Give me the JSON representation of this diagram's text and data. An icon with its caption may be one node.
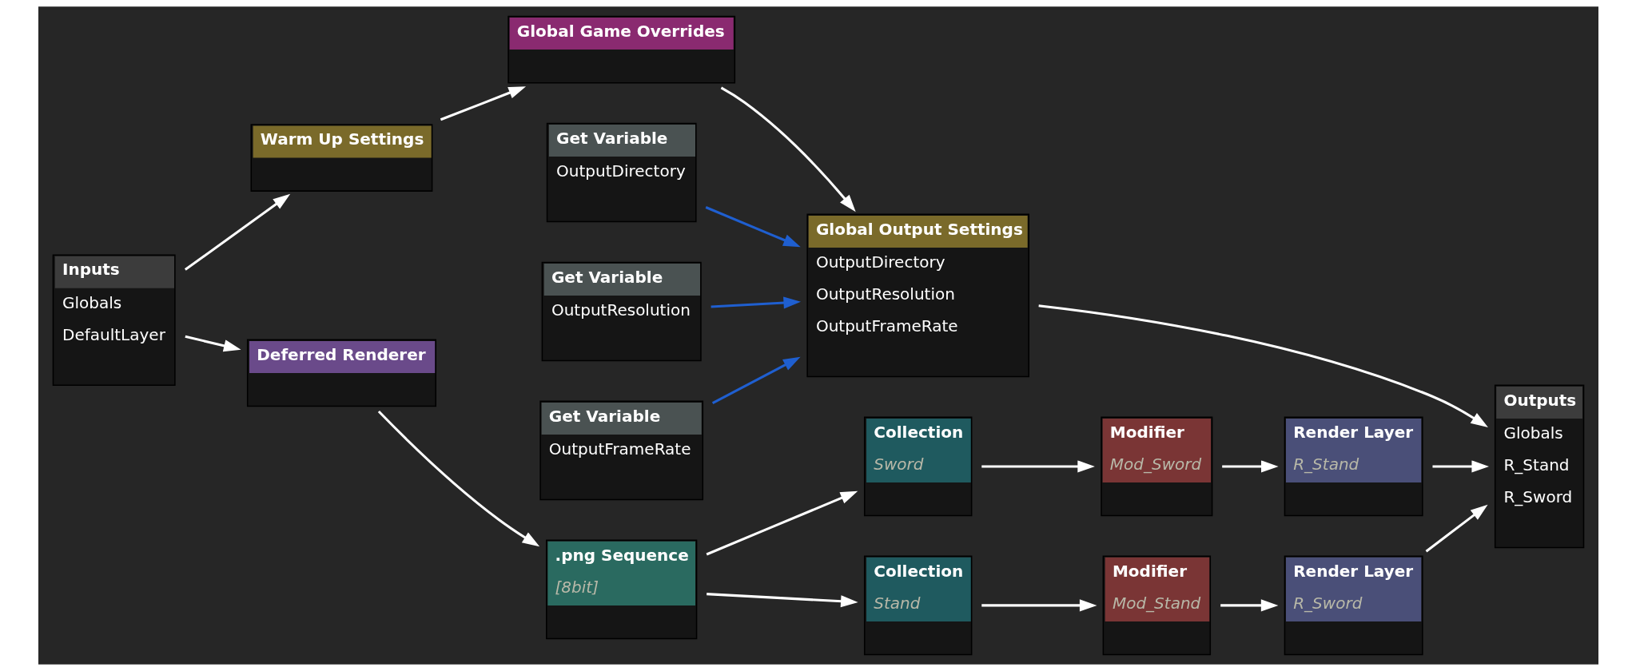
{
  "diagram": {
    "nodes": [
      {
        "text": [
          "Inputs",
          "Globals",
          "DefaultLayer"
        ]
      },
      {
        "text": [
          "Warm Up Settings"
        ]
      },
      {
        "text": [
          "Global Game Overrides"
        ]
      },
      {
        "text": [
          "Global Output Settings",
          "OutputDirectory",
          "OutputResolution",
          "OutputFrameRate"
        ]
      },
      {
        "text": [
          "Get Variable",
          "OutputDirectory"
        ]
      },
      {
        "text": [
          "Get Variable",
          "OutputResolution"
        ]
      },
      {
        "text": [
          "Get Variable",
          "OutputFrameRate"
        ]
      },
      {
        "text": [
          "Outputs",
          "Globals",
          "R_Stand",
          "R_Sword"
        ]
      },
      {
        "text": [
          "Deferred Renderer"
        ]
      },
      {
        "text": [
          ".png Sequence",
          "[8bit]"
        ]
      },
      {
        "text": [
          "Collection",
          "Sword"
        ]
      },
      {
        "text": [
          "Modifier",
          "Mod_Sword"
        ]
      },
      {
        "text": [
          "Render Layer",
          "R_Stand"
        ]
      },
      {
        "text": [
          "Collection",
          "Stand"
        ]
      },
      {
        "text": [
          "Modifier",
          "Mod_Stand"
        ]
      },
      {
        "text": [
          "Render Layer",
          "R_Sword"
        ]
      }
    ],
    "edges": [
      {
        "from": 0,
        "to": 1,
        "arrow": "to"
      },
      {
        "from": 1,
        "to": 2,
        "arrow": "to"
      },
      {
        "from": 2,
        "to": 3,
        "arrow": "to"
      },
      {
        "from": 4,
        "to": 3,
        "arrow": "to",
        "color": "#1f5fd0"
      },
      {
        "from": 5,
        "to": 3,
        "arrow": "to",
        "color": "#1f5fd0"
      },
      {
        "from": 6,
        "to": 3,
        "arrow": "to",
        "color": "#1f5fd0"
      },
      {
        "from": 3,
        "to": 7,
        "arrow": "to"
      },
      {
        "from": 0,
        "to": 8,
        "arrow": "to"
      },
      {
        "from": 8,
        "to": 9,
        "arrow": "to"
      },
      {
        "from": 9,
        "to": 10,
        "arrow": "to"
      },
      {
        "from": 9,
        "to": 13,
        "arrow": "to"
      },
      {
        "from": 10,
        "to": 11,
        "arrow": "to"
      },
      {
        "from": 11,
        "to": 12,
        "arrow": "to"
      },
      {
        "from": 12,
        "to": 7,
        "arrow": "to"
      },
      {
        "from": 13,
        "to": 14,
        "arrow": "to"
      },
      {
        "from": 14,
        "to": 15,
        "arrow": "to"
      },
      {
        "from": 15,
        "to": 7,
        "arrow": "to"
      }
    ]
  }
}
